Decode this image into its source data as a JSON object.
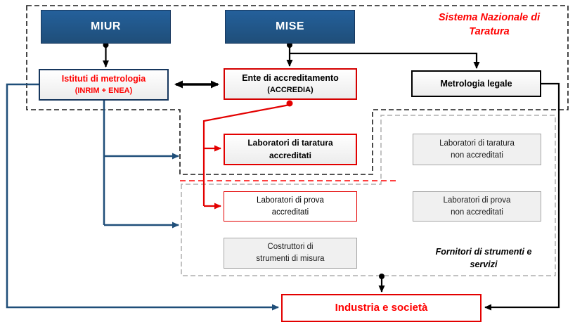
{
  "title": {
    "line1": "Sistema Nazionale di",
    "line2": "Taratura"
  },
  "boxes": {
    "miur": {
      "label": "MIUR"
    },
    "mise": {
      "label": "MISE"
    },
    "istituti": {
      "line1": "Istituti di metrologia",
      "line2": "(INRIM  + ENEA)"
    },
    "accredia": {
      "line1": "Ente di accreditamento",
      "line2": "(ACCREDIA)"
    },
    "metrologia_legale": {
      "label": "Metrologia legale"
    },
    "lab_taratura_accreditati": {
      "line1": "Laboratori di taratura",
      "line2": "accreditati"
    },
    "lab_taratura_non_accreditati": {
      "line1": "Laboratori di taratura",
      "line2": "non accreditati"
    },
    "lab_prova_accreditati": {
      "line1": "Laboratori di prova",
      "line2": "accreditati"
    },
    "lab_prova_non_accreditati": {
      "line1": "Laboratori di prova",
      "line2": "non accreditati"
    },
    "costruttori": {
      "line1": "Costruttori di",
      "line2": "strumenti di misura"
    },
    "fornitori": {
      "line1": "Fornitori di strumenti e",
      "line2": "servizi"
    },
    "industria": {
      "label": "Industria e società"
    }
  },
  "colors": {
    "header_blue": "#1F4E79",
    "accent_red": "#FF0000",
    "blue_arrow": "#1F4E79",
    "black": "#000000",
    "gray_box_fill": "#F0F0F0",
    "gray_border": "#A6A6A6"
  }
}
